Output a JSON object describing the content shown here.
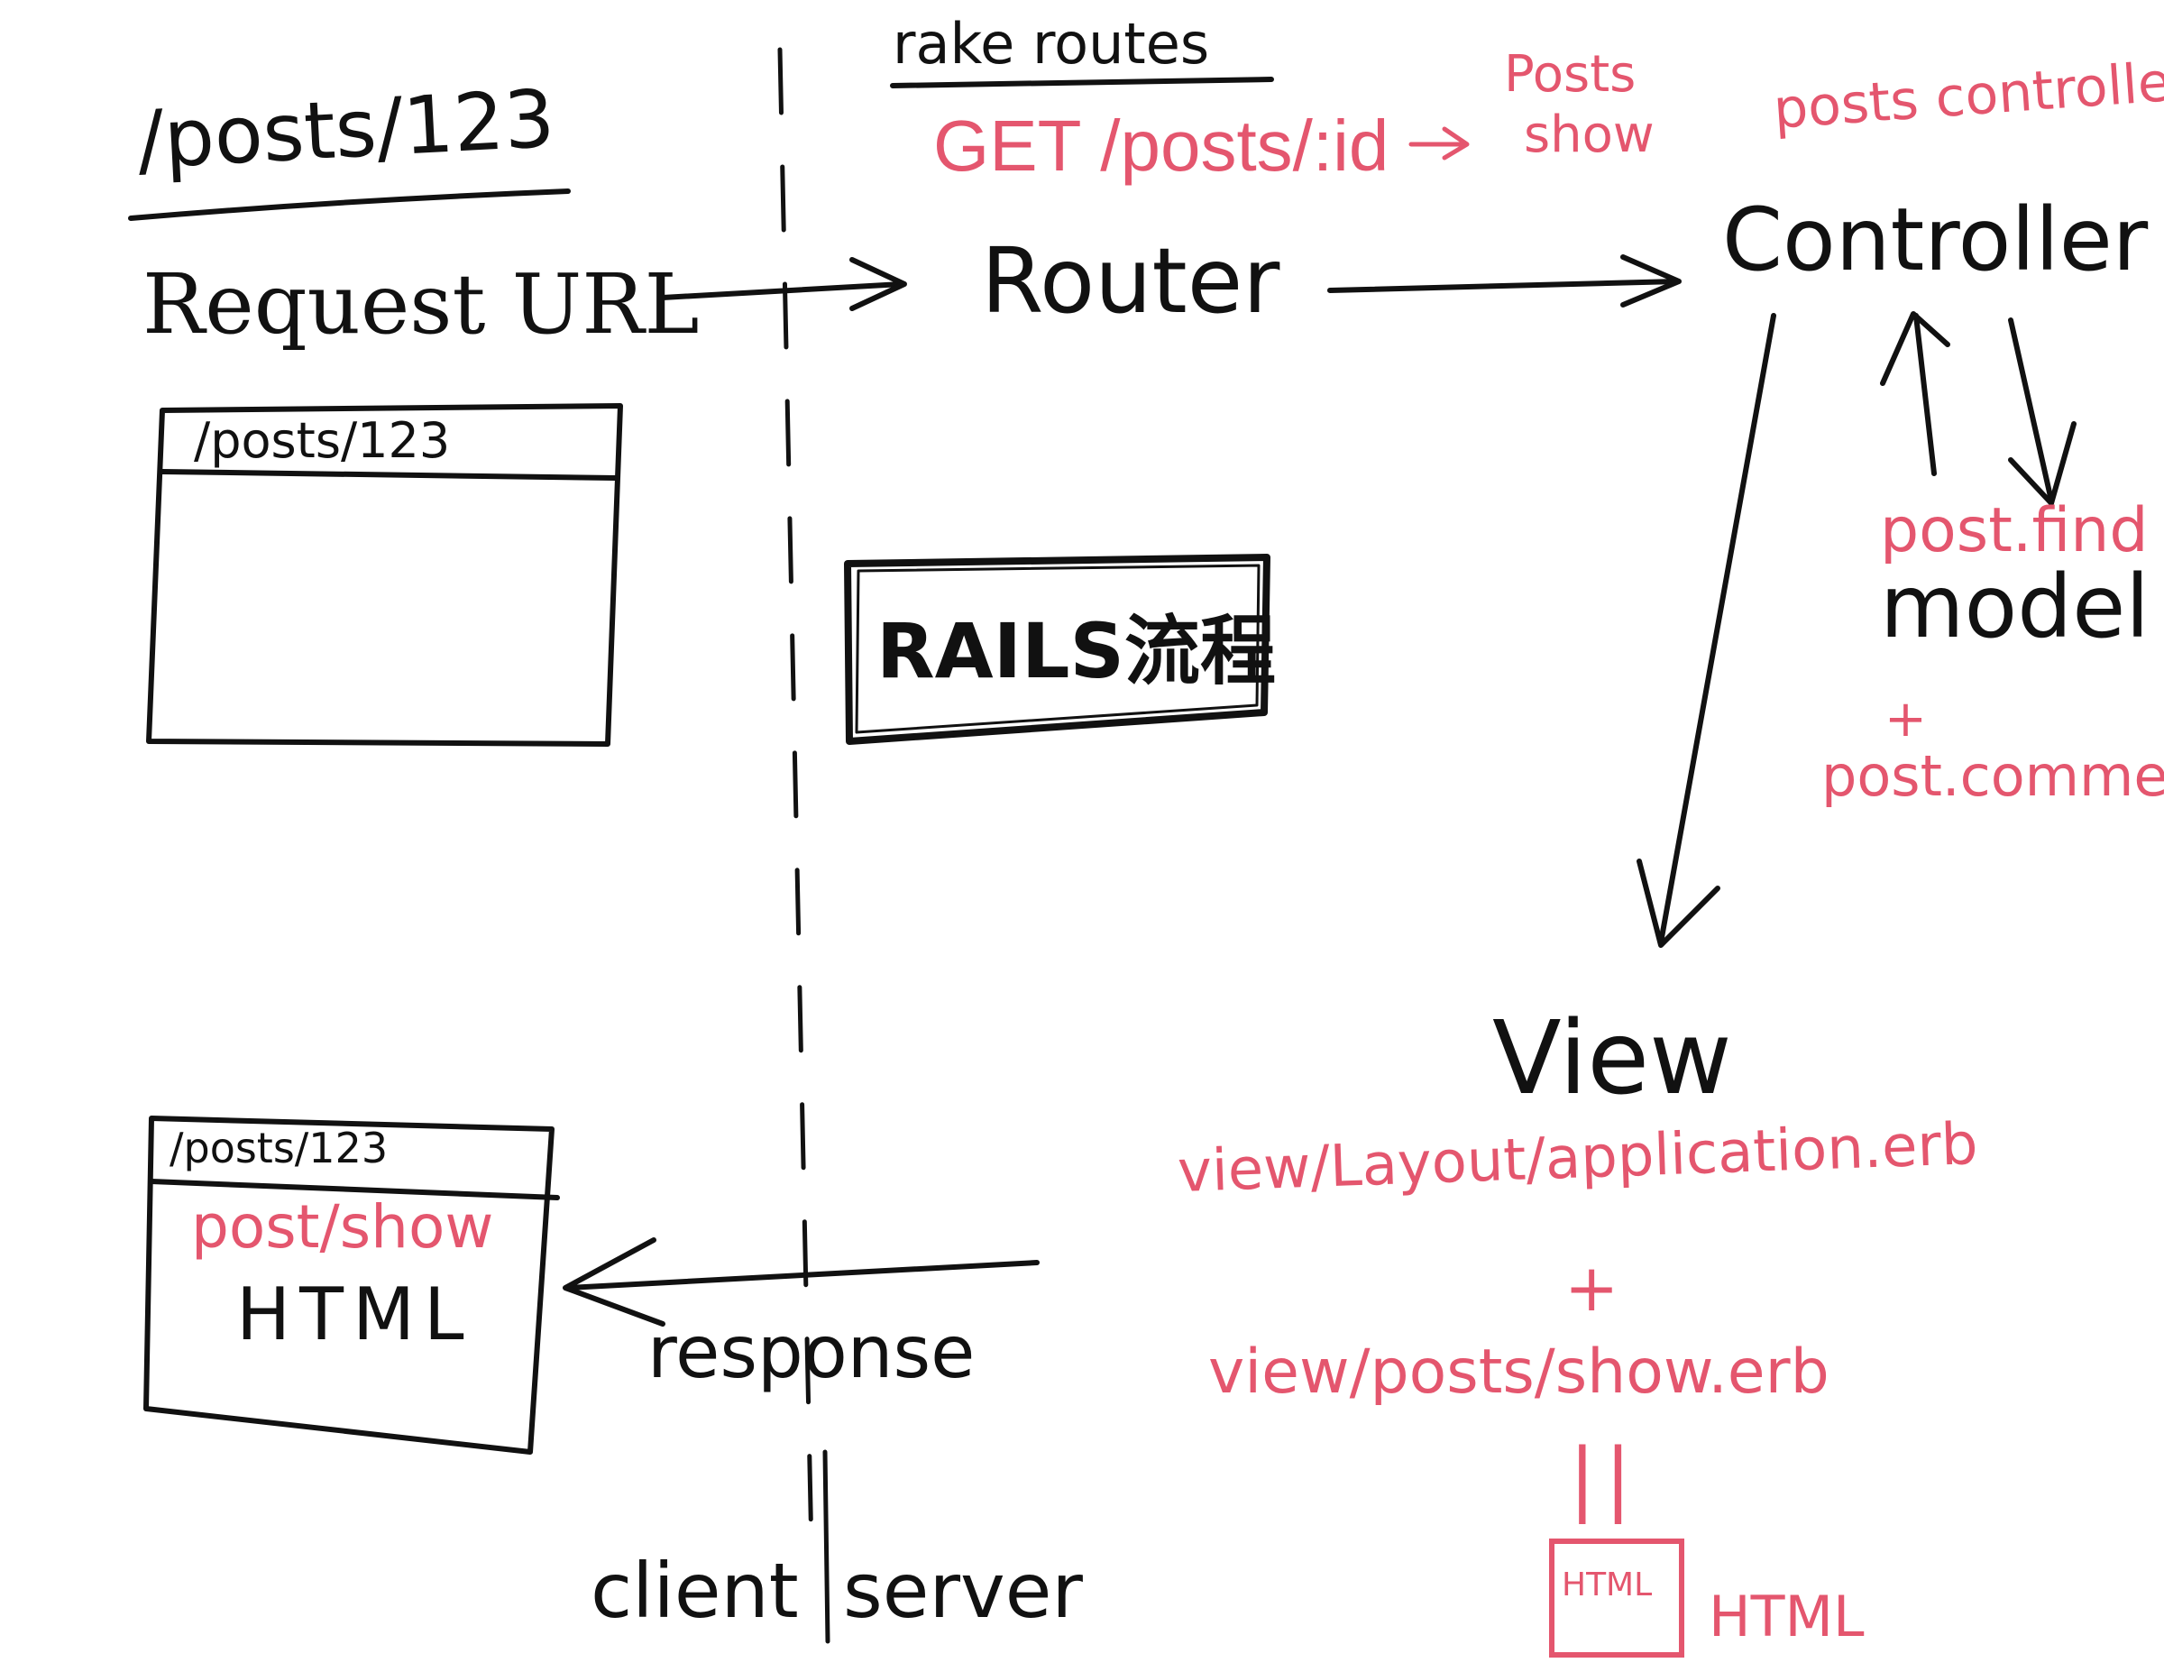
{
  "colors": {
    "ink": "#111111",
    "accent": "#e4566e"
  },
  "client": {
    "url_heading": "/posts/123",
    "request_label": "Request URL",
    "browser_top": {
      "address": "/posts/123"
    },
    "browser_bottom": {
      "address": "/posts/123",
      "view_name": "post/show",
      "body": "HTML"
    }
  },
  "router": {
    "heading": "rake routes",
    "route": "GET /posts/:id",
    "target_line1": "Posts",
    "target_line2": "show",
    "label": "Router"
  },
  "controller": {
    "annotation": "posts controller",
    "label": "Controller"
  },
  "model": {
    "query1": "post.find",
    "label": "model",
    "plus": "+",
    "query2": "post.comments"
  },
  "view": {
    "label": "View",
    "layout_file": "view/Layout/application.erb",
    "plus": "+",
    "template_file": "view/posts/show.erb",
    "equals": "||",
    "result_icon_text": "HTML",
    "result_label": "HTML"
  },
  "title_box": "RAILS流程",
  "response_label": "response",
  "boundary": {
    "client": "client",
    "server": "server"
  }
}
